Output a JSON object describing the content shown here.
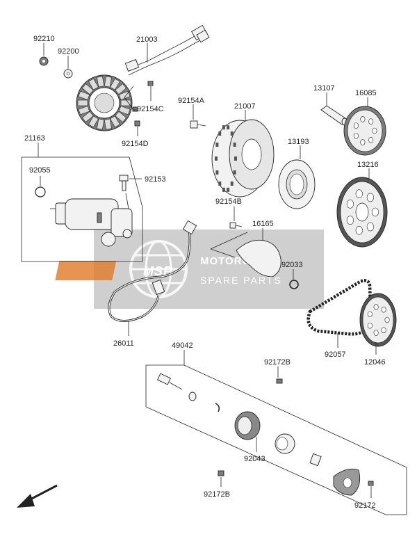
{
  "watermark": {
    "logo_text": "MSP",
    "line1": "MOTORCYCLE",
    "line2": "SPARE PARTS"
  },
  "parts": {
    "p92210": "92210",
    "p92200": "92200",
    "p21003": "21003",
    "p92154c": "92154C",
    "p92154d": "92154D",
    "p92154a": "92154A",
    "p21007": "21007",
    "p13107": "13107",
    "p16085": "16085",
    "p21163": "21163",
    "p92055": "92055",
    "p92153": "92153",
    "p13193": "13193",
    "p13216": "13216",
    "p92154b": "92154B",
    "p16165": "16165",
    "p92033": "92033",
    "p26011": "26011",
    "p92057": "92057",
    "p12046": "12046",
    "p49042": "49042",
    "p92172b_top": "92172B",
    "p92043": "92043",
    "p92172b_bottom": "92172B",
    "p92172": "92172"
  },
  "icons": {
    "front_arrow": "arrow-down-left-icon"
  }
}
